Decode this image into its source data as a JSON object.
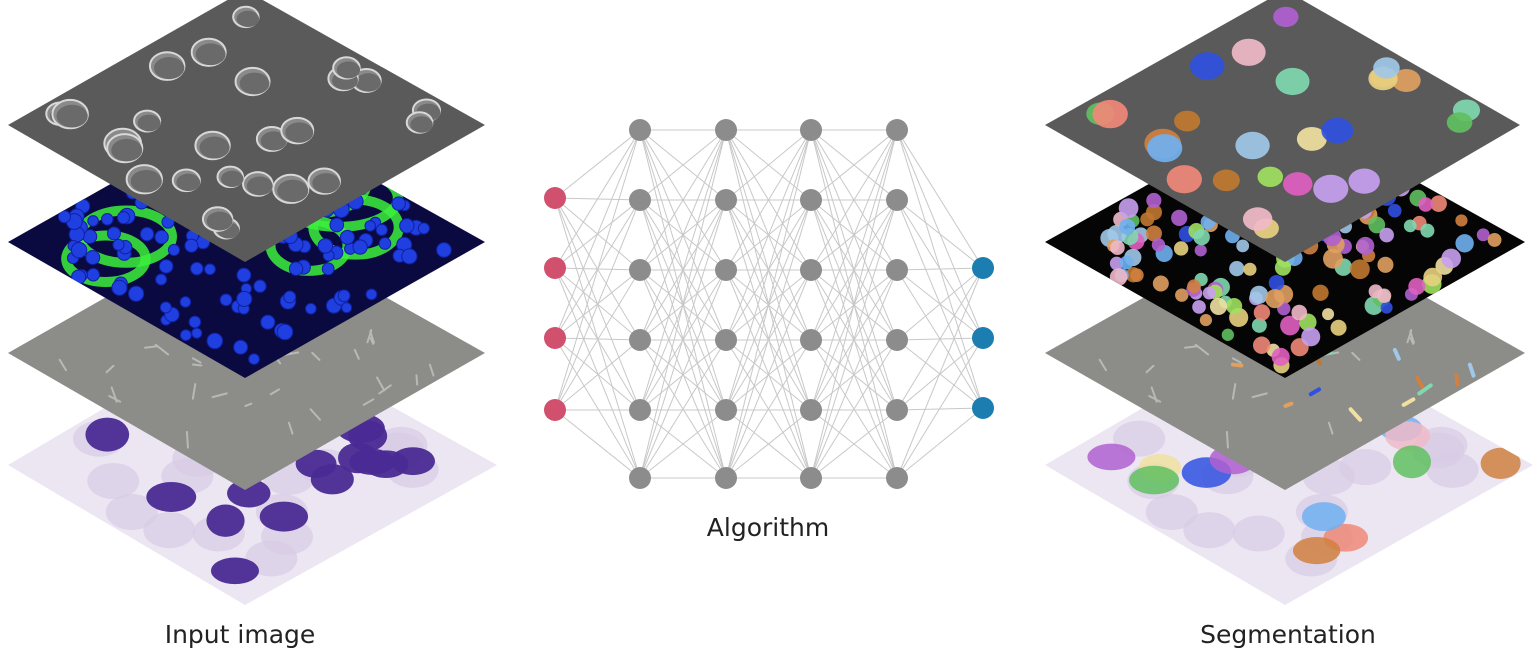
{
  "captions": {
    "input": "Input image",
    "algorithm": "Algorithm",
    "segmentation": "Segmentation"
  },
  "colors": {
    "input_node": "#d0506e",
    "hidden_node": "#8c8c8c",
    "output_node": "#1b7db0",
    "edge": "#c8c8c8",
    "dic_layer": "#5a5a5a",
    "fluorescence_background": "#0a0a40",
    "fluorescence_nuclei": "#1f3fe0",
    "fluorescence_membrane": "#3cf03c",
    "phase_contrast_layer": "#8c8c88",
    "stained_background": "#ece6f2",
    "stained_nuclei": "#4a2a94"
  },
  "network": {
    "layers": [
      4,
      6,
      6,
      6,
      6,
      3
    ]
  },
  "stacks": [
    {
      "id": "input",
      "layers": [
        "dic-cells",
        "fluorescence-tissue",
        "phase-contrast-cells",
        "stained-blood-smear"
      ]
    },
    {
      "id": "segmentation",
      "layers": [
        "dic-cells-masked",
        "fluorescence-tissue-masked",
        "phase-contrast-cells-masked",
        "stained-blood-smear-masked"
      ]
    }
  ]
}
